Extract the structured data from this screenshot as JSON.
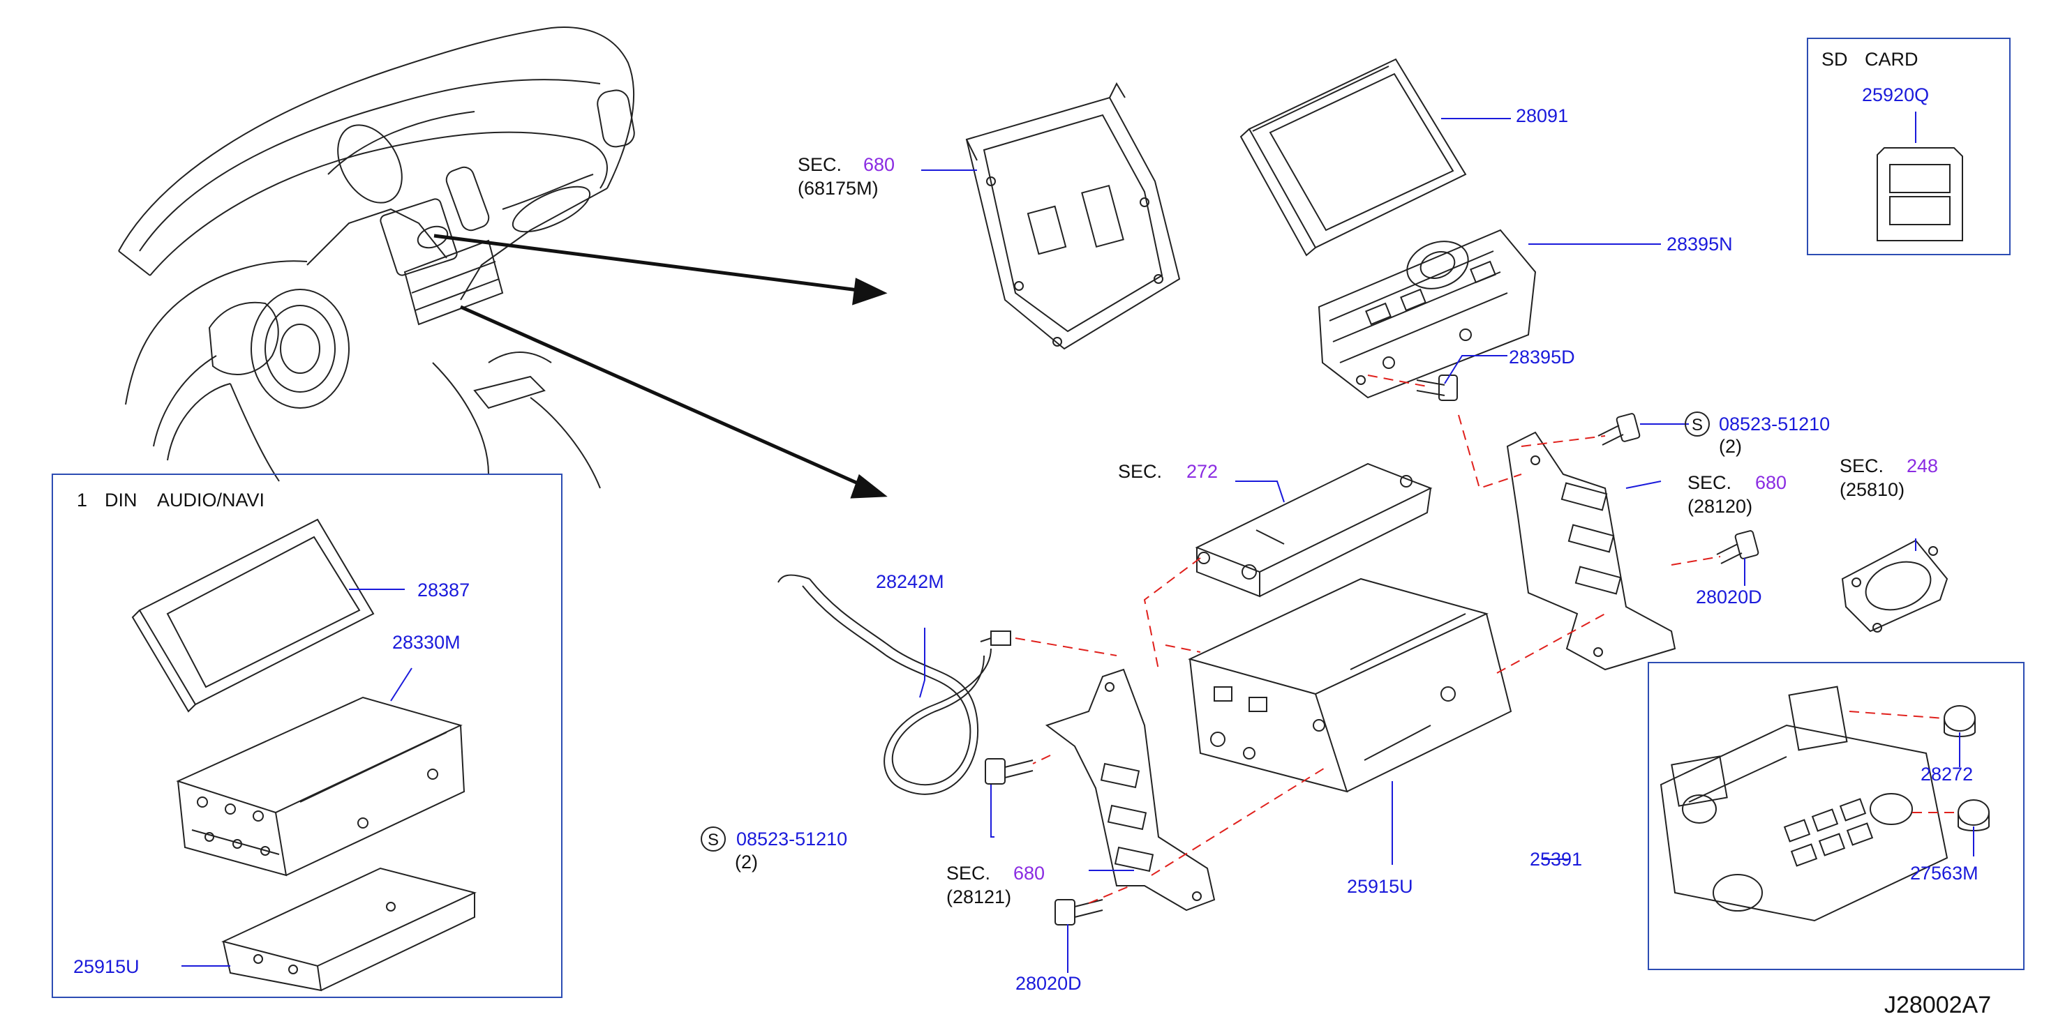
{
  "diagram": {
    "code": "J28002A7",
    "callouts": {
      "sec_680_a": {
        "prefix": "SEC.",
        "sec": "680",
        "sub": "(68175M)"
      },
      "p28091": "28091",
      "p28395N": "28395N",
      "p28395D": "28395D",
      "sdcard": {
        "title_1": "SD",
        "title_2": "CARD",
        "part": "25920Q"
      },
      "s_screw_right": {
        "symbol": "S",
        "part": "08523-51210",
        "qty": "(2)"
      },
      "sec_680_b": {
        "prefix": "SEC.",
        "sec": "680",
        "sub": "(28120)"
      },
      "sec_248": {
        "prefix": "SEC.",
        "sec": "248",
        "sub": "(25810)"
      },
      "sec_272": {
        "prefix": "SEC.",
        "sec": "272"
      },
      "p28020D_right": "28020D",
      "p28242M": "28242M",
      "s_screw_left": {
        "symbol": "S",
        "part": "08523-51210",
        "qty": "(2)"
      },
      "sec_680_c": {
        "prefix": "SEC.",
        "sec": "680",
        "sub": "(28121)"
      },
      "p28020D_bottom": "28020D",
      "p25915U_center": "25915U",
      "p25391": "25391",
      "p28272": "28272",
      "p27563M": "27563M",
      "din_box": {
        "title_1": "1",
        "title_2": "DIN",
        "title_3": "AUDIO/NAVI",
        "p28387": "28387",
        "p28330M": "28330M",
        "p25915U": "25915U"
      }
    },
    "colors": {
      "part_number": "#1a1adb",
      "section": "#8a2be2",
      "leader": "#1a1adb",
      "dash": "#e0201c",
      "line": "#222222"
    }
  }
}
